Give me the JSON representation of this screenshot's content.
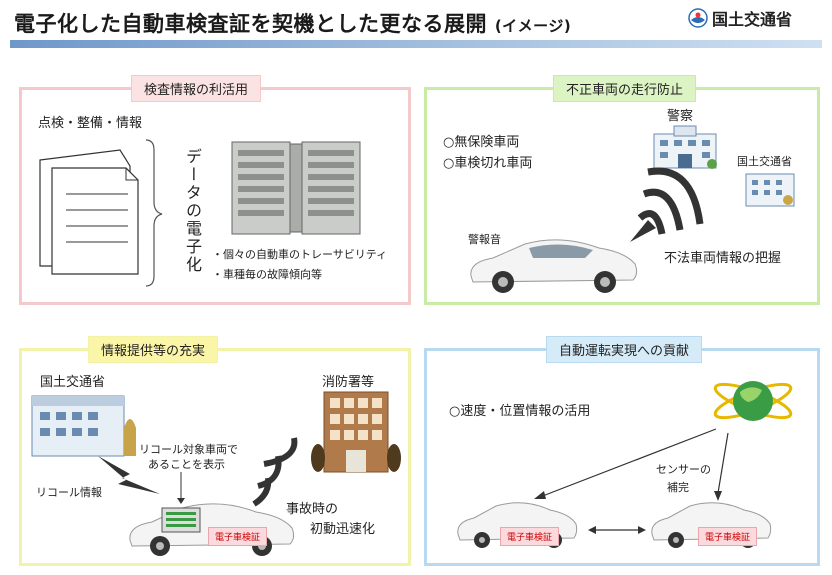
{
  "header": {
    "title": "電子化した自動車検査証を契機とした更なる展開",
    "subtitle": "(イメージ)",
    "logo_text": "国土交通省"
  },
  "panels": {
    "inspection": {
      "title": "検査情報の利活用",
      "label_top": "点検・整備・情報",
      "vertical_label": "データの電子化",
      "bullet1": "・個々の自動車のトレーサビリティ",
      "bullet2": "・車種毎の故障傾向等"
    },
    "fraud": {
      "title": "不正車両の走行防止",
      "item1": "○無保険車両",
      "item2": "○車検切れ車両",
      "police": "警察",
      "mlit": "国土交通省",
      "alarm": "警報音",
      "grasp": "不法車両情報の把握"
    },
    "info": {
      "title": "情報提供等の充実",
      "mlit": "国土交通省",
      "fire": "消防署等",
      "recall_note_line1": "リコール対象車両で",
      "recall_note_line2": "あることを表示",
      "recall_info": "リコール情報",
      "accident_line1": "事故時の",
      "accident_line2": "初動迅速化",
      "badge": "電子車検証"
    },
    "autonomous": {
      "title": "自動運転実現への貢献",
      "item1": "○速度・位置情報の活用",
      "sensor_line1": "センサーの",
      "sensor_line2": "補完",
      "badge_left": "電子車検証",
      "badge_right": "電子車検証"
    }
  },
  "colors": {
    "panel1_border": "#f3c9cc",
    "panel2_border": "#c8eca3",
    "panel3_border": "#f2f2a8",
    "panel4_border": "#b8d9ef",
    "title_bar": "#6f98c9",
    "badge": "#fbd9dc"
  }
}
